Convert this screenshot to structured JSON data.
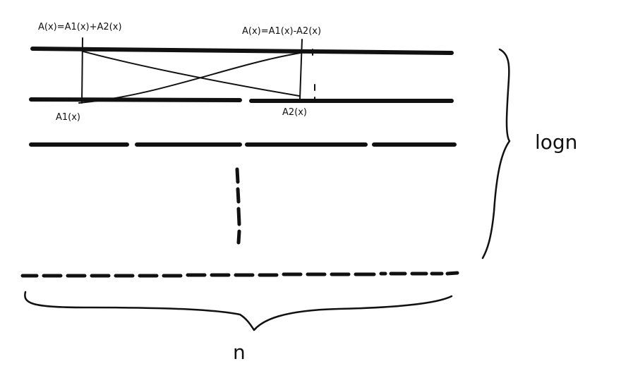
{
  "labels": {
    "sum_formula": "A(x)=A1(x)+A2(x)",
    "diff_formula": "A(x)=A1(x)-A2(x)",
    "a1": "A1(x)",
    "a2": "A2(x)",
    "height_label": "logn",
    "width_label": "n"
  },
  "colors": {
    "ink": "#111111",
    "background": "#ffffff"
  }
}
